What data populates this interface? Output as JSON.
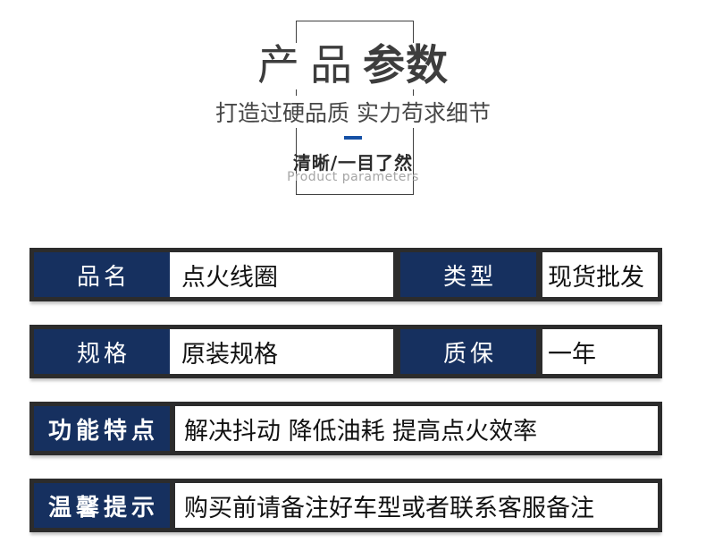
{
  "header": {
    "title_light": "产品",
    "title_bold": "参数",
    "subtitle": "打造过硬品质 实力苟求细节",
    "tagline_cn": "清晰/一目了然",
    "tagline_en": "Product parameters"
  },
  "colors": {
    "navy_label_bg": "#16305f",
    "frame_dark": "#2c2c2c",
    "accent_blue": "#1550a5",
    "title_gray": "#3d3d3d",
    "tagline_en_gray": "#a5a5a5"
  },
  "table": {
    "rows": [
      {
        "label1": "品名",
        "value1": "点火线圈",
        "label2": "类型",
        "value2": "现货批发"
      },
      {
        "label1": "规格",
        "value1": "原装规格",
        "label2": "质保",
        "value2": "一年"
      },
      {
        "label1": "功能特点",
        "value1": "解决抖动 降低油耗 提高点火效率"
      },
      {
        "label1": "温馨提示",
        "value1": "购买前请备注好车型或者联系客服备注"
      }
    ]
  }
}
